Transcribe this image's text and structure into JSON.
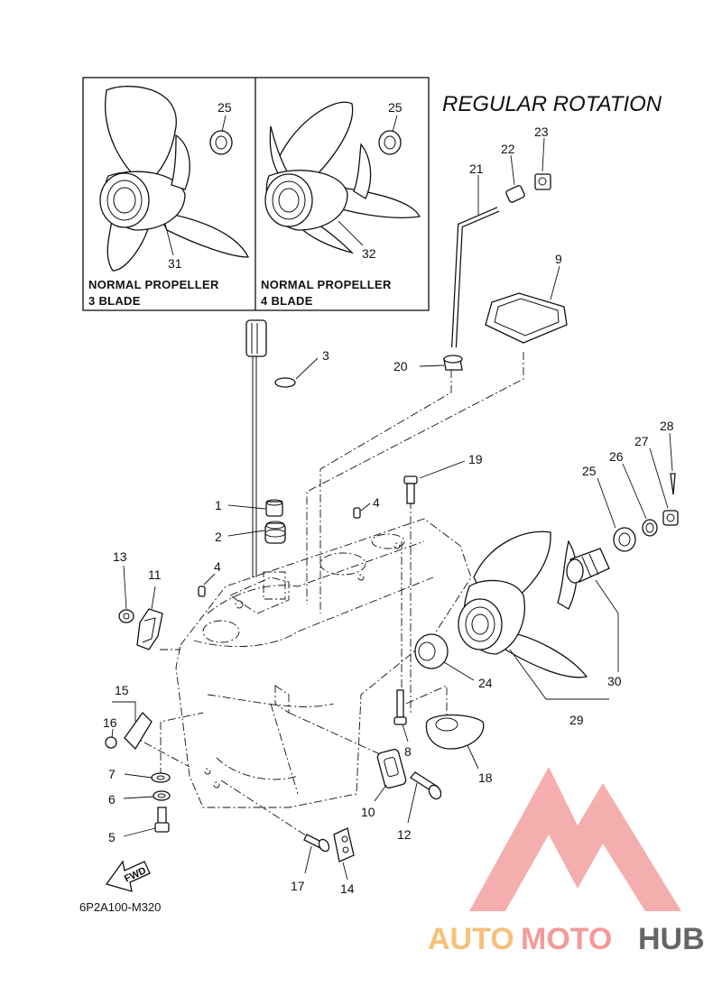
{
  "header": {
    "rotation_label": "REGULAR ROTATION"
  },
  "propeller_box": [
    {
      "line1": "NORMAL PROPELLER",
      "line2": "3 BLADE",
      "part_propeller": "31",
      "part_spline": "25"
    },
    {
      "line1": "NORMAL PROPELLER",
      "line2": "4 BLADE",
      "part_propeller": "32",
      "part_spline": "25"
    }
  ],
  "callouts": {
    "p1": "1",
    "p2": "2",
    "p3": "3",
    "p4a": "4",
    "p4b": "4",
    "p5": "5",
    "p6": "6",
    "p7": "7",
    "p8": "8",
    "p9": "9",
    "p10": "10",
    "p11": "11",
    "p12": "12",
    "p13": "13",
    "p14": "14",
    "p15": "15",
    "p16": "16",
    "p17": "17",
    "p18": "18",
    "p19": "19",
    "p20": "20",
    "p21": "21",
    "p22": "22",
    "p23": "23",
    "p24": "24",
    "p25": "25",
    "p26": "26",
    "p27": "27",
    "p28": "28",
    "p29": "29",
    "p30": "30"
  },
  "fwd_label": "FWD",
  "diagram_code": "6P2A100-M320",
  "watermark": {
    "part1": "AUTO",
    "part2": "MOTO",
    "part3": "HUB",
    "color1": "#f7c07a",
    "color2": "#f29b9b",
    "color3": "#666666"
  }
}
